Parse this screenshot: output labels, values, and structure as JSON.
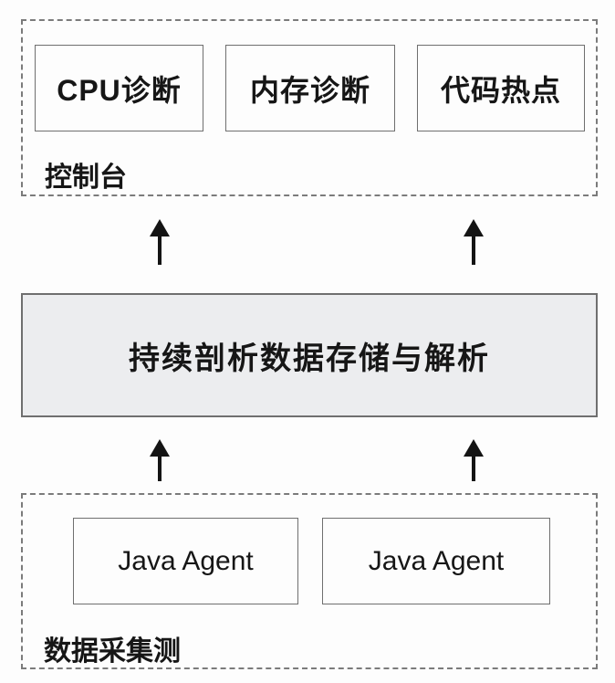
{
  "console": {
    "label": "控制台",
    "boxes": [
      {
        "label": "CPU诊断"
      },
      {
        "label": "内存诊断"
      },
      {
        "label": "代码热点"
      }
    ]
  },
  "storage": {
    "label": "持续剖析数据存储与解析"
  },
  "collection": {
    "label": "数据采集测",
    "boxes": [
      {
        "label": "Java Agent"
      },
      {
        "label": "Java Agent"
      }
    ]
  },
  "icons": {
    "arrow_up": "↑"
  },
  "colors": {
    "canvas_bg": "#fdfdfd",
    "storage_fill": "#ecedef",
    "border_gray": "#6f6f6f",
    "dashed_gray": "#7b7b7b",
    "text_color": "#161616",
    "arrow_color": "#141414"
  }
}
